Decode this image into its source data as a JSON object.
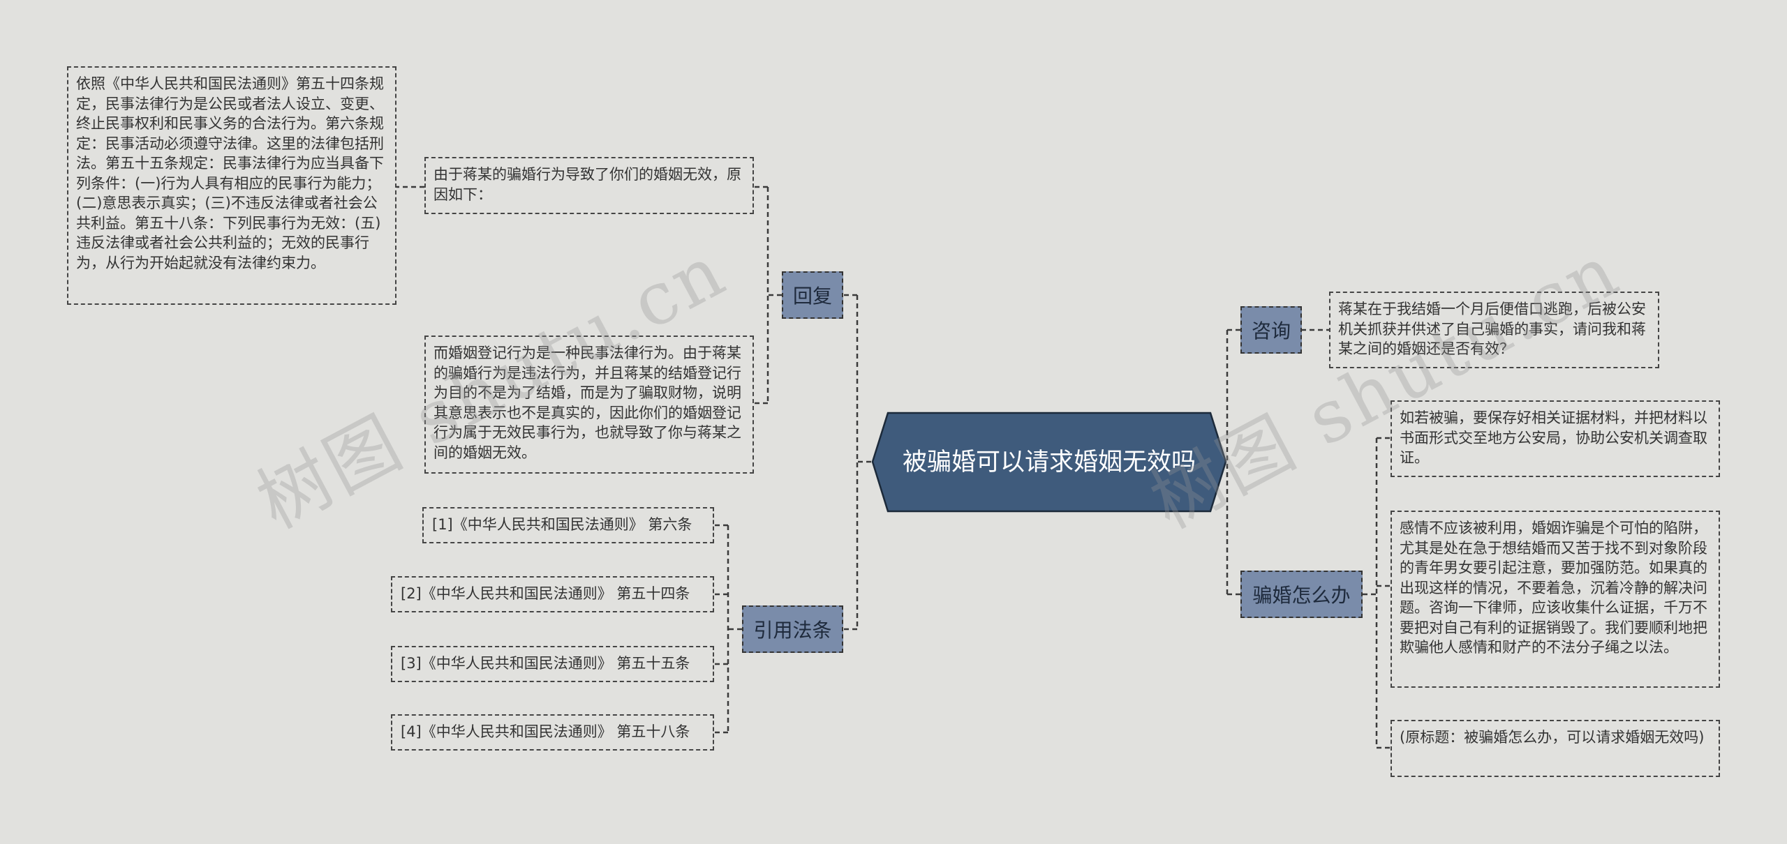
{
  "root": {
    "title": "被骗婚可以请求婚姻无效吗"
  },
  "branches": {
    "huifu": {
      "label": "回复",
      "notes": [
        "由于蒋某的骗婚行为导致了你们的婚姻无效，原因如下：",
        "而婚姻登记行为是一种民事法律行为。由于蒋某的骗婚行为是违法行为，并且蒋某的结婚登记行为目的不是为了结婚，而是为了骗取财物，说明其意思表示也不是真实的，因此你们的婚姻登记行为属于无效民事行为，也就导致了你与蒋某之间的婚姻无效。"
      ],
      "law_note": "依照《中华人民共和国民法通则》第五十四条规定，民事法律行为是公民或者法人设立、变更、终止民事权利和民事义务的合法行为。第六条规定：民事活动必须遵守法律。这里的法律包括刑法。第五十五条规定：民事法律行为应当具备下列条件：(一)行为人具有相应的民事行为能力；(二)意思表示真实；(三)不违反法律或者社会公共利益。第五十八条：下列民事行为无效：(五)违反法律或者社会公共利益的；无效的民事行为，从行为开始起就没有法律约束力。"
    },
    "yinyong": {
      "label": "引用法条",
      "items": [
        "[1]《中华人民共和国民法通则》 第六条",
        "[2]《中华人民共和国民法通则》 第五十四条",
        "[3]《中华人民共和国民法通则》 第五十五条",
        "[4]《中华人民共和国民法通则》 第五十八条"
      ]
    },
    "zixun": {
      "label": "咨询",
      "note": "蒋某在于我结婚一个月后便借口逃跑，后被公安机关抓获并供述了自己骗婚的事实，请问我和蒋某之间的婚姻还是否有效？"
    },
    "pianhun": {
      "label": "骗婚怎么办",
      "notes": [
        "如若被骗，要保存好相关证据材料，并把材料以书面形式交至地方公安局，协助公安机关调查取证。",
        "感情不应该被利用，婚姻诈骗是个可怕的陷阱，尤其是处在急于想结婚而又苦于找不到对象阶段的青年男女要引起注意，要加强防范。如果真的出现这样的情况，不要着急，沉着冷静的解决问题。咨询一下律师，应该收集什么证据，千万不要把对自己有利的证据销毁了。我们要顺利地把欺骗他人感情和财产的不法分子绳之以法。",
        "(原标题：被骗婚怎么办，可以请求婚姻无效吗)"
      ]
    }
  },
  "watermarks": [
    "树图 shutu.cn",
    "树图 shutu.cn"
  ],
  "colors": {
    "background": "#e1e1de",
    "root_fill": "#3f5b7c",
    "branch_fill": "#7a8caa",
    "line": "#444444"
  }
}
